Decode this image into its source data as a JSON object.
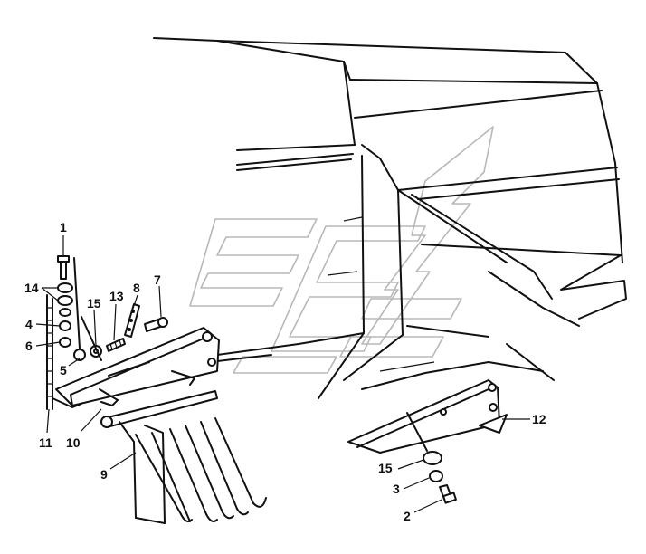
{
  "callouts": [
    {
      "id": "c1",
      "label": "1"
    },
    {
      "id": "c14",
      "label": "14"
    },
    {
      "id": "c4",
      "label": "4"
    },
    {
      "id": "c6",
      "label": "6"
    },
    {
      "id": "c5",
      "label": "5"
    },
    {
      "id": "c15a",
      "label": "15"
    },
    {
      "id": "c13",
      "label": "13"
    },
    {
      "id": "c8",
      "label": "8"
    },
    {
      "id": "c7",
      "label": "7"
    },
    {
      "id": "c11",
      "label": "11"
    },
    {
      "id": "c10",
      "label": "10"
    },
    {
      "id": "c9",
      "label": "9"
    },
    {
      "id": "c12",
      "label": "12"
    },
    {
      "id": "c15b",
      "label": "15"
    },
    {
      "id": "c3",
      "label": "3"
    },
    {
      "id": "c2",
      "label": "2"
    }
  ],
  "colors": {
    "ink": "#111111",
    "watermark": "#b8b8b8",
    "background": "#ffffff"
  }
}
